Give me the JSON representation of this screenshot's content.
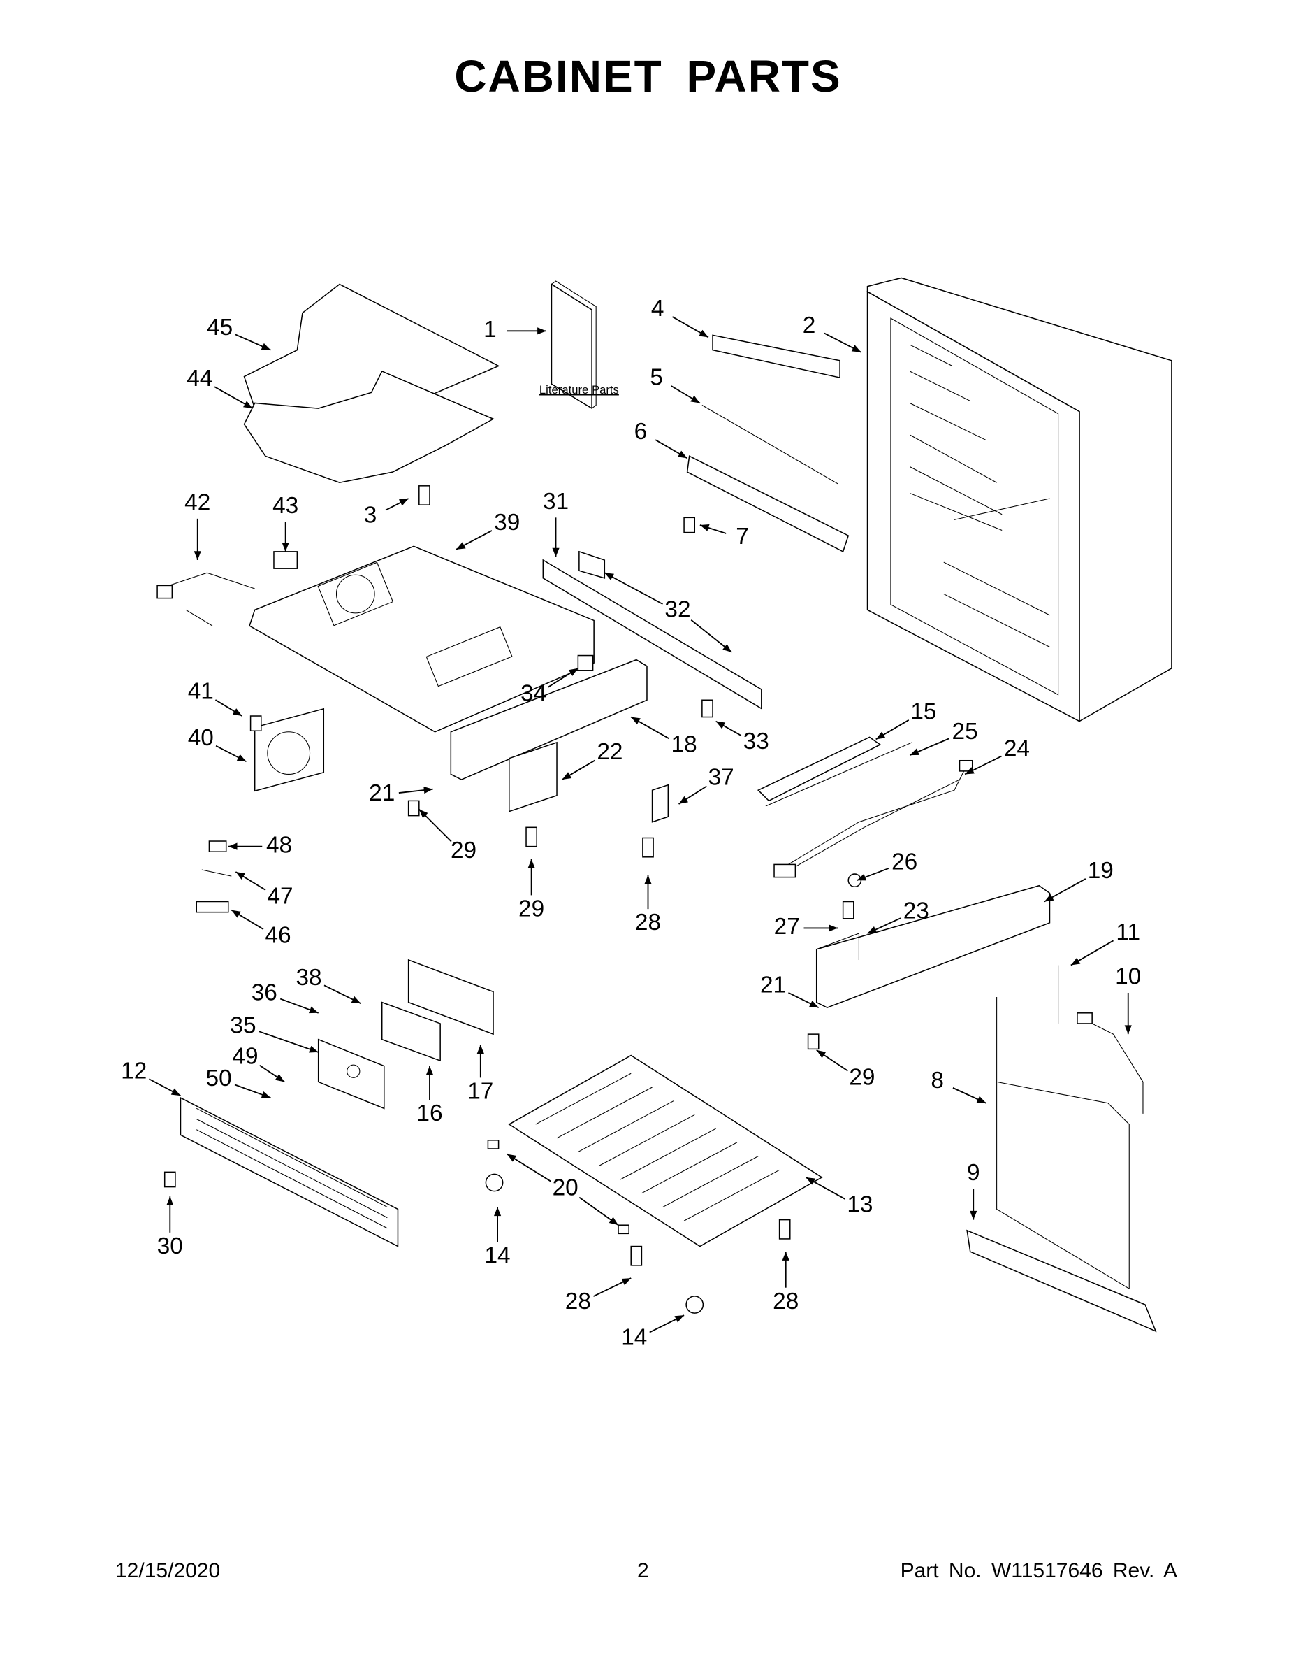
{
  "title": "CABINET PARTS",
  "literature_label": "Literature Parts",
  "callouts": [
    "45",
    "44",
    "1",
    "4",
    "2",
    "5",
    "6",
    "7",
    "3",
    "39",
    "42",
    "43",
    "31",
    "32",
    "34",
    "41",
    "40",
    "33",
    "18",
    "22",
    "21",
    "29",
    "29",
    "37",
    "28",
    "15",
    "25",
    "24",
    "48",
    "47",
    "46",
    "26",
    "19",
    "27",
    "23",
    "11",
    "10",
    "21",
    "29",
    "38",
    "36",
    "35",
    "49",
    "50",
    "17",
    "16",
    "12",
    "8",
    "9",
    "30",
    "20",
    "13",
    "14",
    "28",
    "28",
    "14"
  ],
  "footer": {
    "date": "12/15/2020",
    "page": "2",
    "part_no": "Part No.  W11517646  Rev.  A"
  }
}
